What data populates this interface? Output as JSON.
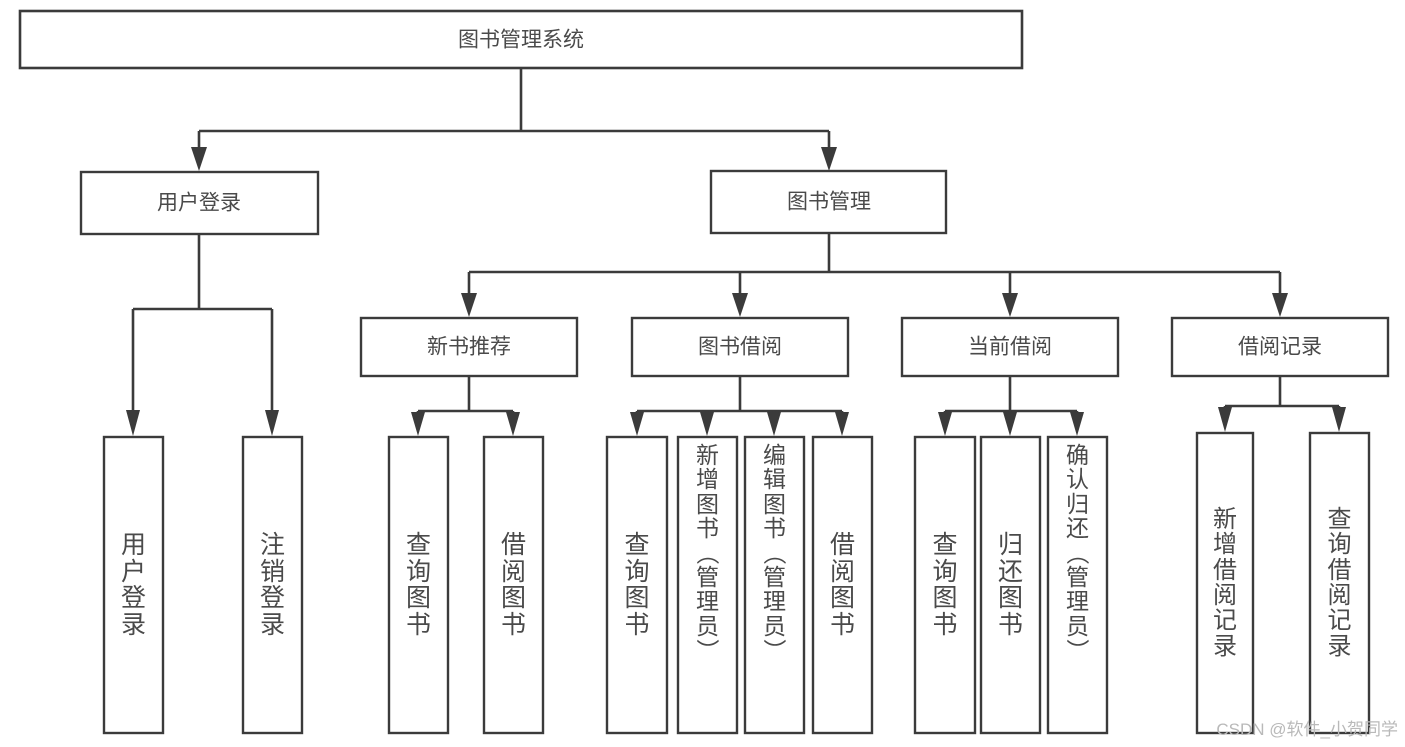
{
  "diagram": {
    "type": "hierarchy-tree",
    "title": "图书管理系统",
    "nodes": {
      "root": {
        "label": "图书管理系统"
      },
      "level1": [
        {
          "id": "user-login",
          "label": "用户登录"
        },
        {
          "id": "book-management",
          "label": "图书管理"
        }
      ],
      "level2": [
        {
          "id": "new-book-recommend",
          "label": "新书推荐",
          "parent": "book-management"
        },
        {
          "id": "book-borrow",
          "label": "图书借阅",
          "parent": "book-management"
        },
        {
          "id": "current-borrow",
          "label": "当前借阅",
          "parent": "book-management"
        },
        {
          "id": "borrow-record",
          "label": "借阅记录",
          "parent": "book-management"
        }
      ],
      "leaves": [
        {
          "id": "leaf-user-login",
          "label": "用户登录",
          "parent": "user-login"
        },
        {
          "id": "leaf-logout-login",
          "label": "注销登录",
          "parent": "user-login"
        },
        {
          "id": "leaf-query-book-1",
          "label": "查询图书",
          "parent": "new-book-recommend"
        },
        {
          "id": "leaf-borrow-book-1",
          "label": "借阅图书",
          "parent": "new-book-recommend"
        },
        {
          "id": "leaf-query-book-2",
          "label": "查询图书",
          "parent": "book-borrow"
        },
        {
          "id": "leaf-add-book",
          "label": "新增图书（管理员）",
          "parent": "book-borrow"
        },
        {
          "id": "leaf-edit-book",
          "label": "编辑图书（管理员）",
          "parent": "book-borrow"
        },
        {
          "id": "leaf-borrow-book-2",
          "label": "借阅图书",
          "parent": "book-borrow"
        },
        {
          "id": "leaf-query-book-3",
          "label": "查询图书",
          "parent": "current-borrow"
        },
        {
          "id": "leaf-return-book",
          "label": "归还图书",
          "parent": "current-borrow"
        },
        {
          "id": "leaf-confirm-return",
          "label": "确认归还（管理员）",
          "parent": "current-borrow"
        },
        {
          "id": "leaf-add-record",
          "label": "新增借阅记录",
          "parent": "borrow-record"
        },
        {
          "id": "leaf-query-record",
          "label": "查询借阅记录",
          "parent": "borrow-record"
        }
      ]
    },
    "colors": {
      "stroke": "#3b3b3b",
      "box_fill": "#ffffff",
      "text": "#4a4a4a",
      "background": "#ffffff",
      "watermark": "#b9b9b9"
    }
  },
  "watermark": {
    "text": "CSDN @软件_小贺同学"
  }
}
